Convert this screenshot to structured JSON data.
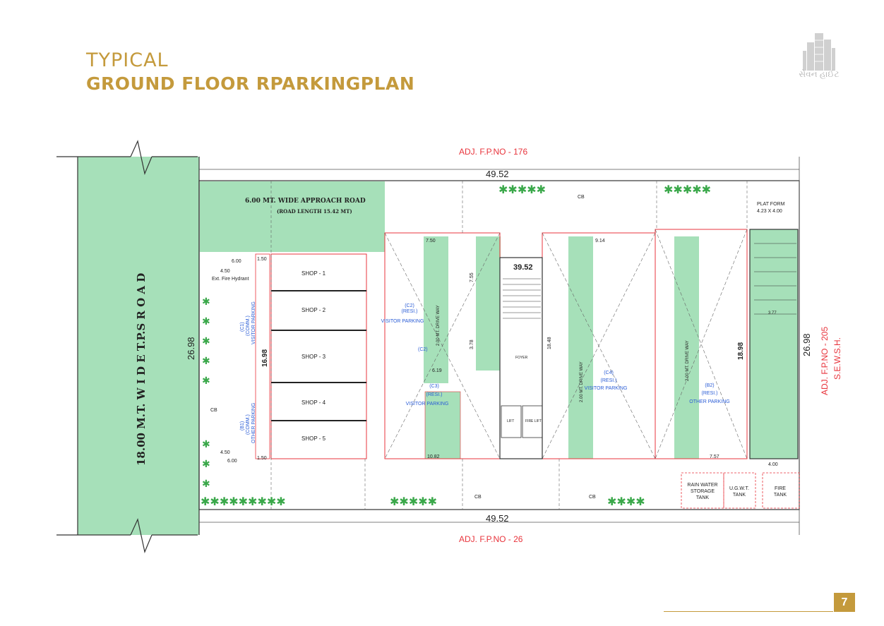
{
  "header": {
    "title_line1": "TYPICAL",
    "title_line2": "GROUND FLOOR RPARKINGPLAN",
    "logo_text": "સેવન હાઈટ"
  },
  "plan": {
    "adj_top": "ADJ. F.P.NO - 176",
    "adj_bottom": "ADJ. F.P.NO - 26",
    "adj_right": "ADJ. F.P.NO - 205",
    "adj_right_sub": "S.E.W.S.H.",
    "dim_top": "49.52",
    "dim_bottom": "49.52",
    "dim_left": "26.98",
    "dim_right": "26.98",
    "road_label": "18.00  M.T.  W I D E  T.P.S  R O A D",
    "approach_road": "6.00 MT. WIDE APPROACH ROAD",
    "approach_length": "(ROAD LENGTH 15.42 MT)",
    "platform": "PLAT FORM",
    "platform_size": "4.23 X 4.00",
    "core_dim": "39.52",
    "shops": [
      "SHOP - 1",
      "SHOP - 2",
      "SHOP - 3",
      "SHOP - 4",
      "SHOP - 5"
    ],
    "c1_label": "(C1)\n(COMM.)\nVISITOR PARKING",
    "b1_label": "(B1)\n(COMM.)\nOTHER PARKING",
    "c2_label": "(C2)\n(RESI.)\nVISITOR PARKING",
    "c2_short": "(C2)",
    "c3_label": "(C3)\n(RESI.)\nVISITOR PARKING",
    "c4_label": "(C4)\n(RESI.)\nVISITOR PARKING",
    "b2_label": "(B2)\n(RESI.)\nOTHER PARKING",
    "drive_way": "2.00 MT. DRIVE WAY",
    "foyer": "FOYER",
    "lift": "LIFT",
    "fire_lift": "FIRE LIFT",
    "rain_tank": "RAIN WATER\nSTORAGE\nTANK",
    "ugwt_tank": "U.G.W.T.\nTANK",
    "fire_tank": "FIRE\nTANK",
    "cb": "CB",
    "fire_hydrant": "Ext. Fire Hydrant",
    "dims": {
      "d450": "4.50",
      "d600": "6.00",
      "d400": "4.00",
      "d150": "1.50",
      "d750": "7.50",
      "d914": "9.14",
      "d755": "7.55",
      "d378": "3.78",
      "d619": "6.19",
      "d1082": "10.82",
      "d1698": "16.98",
      "d1898": "18.98",
      "d1848": "18.48",
      "d757": "7.57",
      "d377": "3.77"
    }
  },
  "page_number": "7",
  "colors": {
    "accent": "#c49a3c",
    "green": "#a6e0b9",
    "red": "#e8343c",
    "blue": "#2a5cd6"
  }
}
